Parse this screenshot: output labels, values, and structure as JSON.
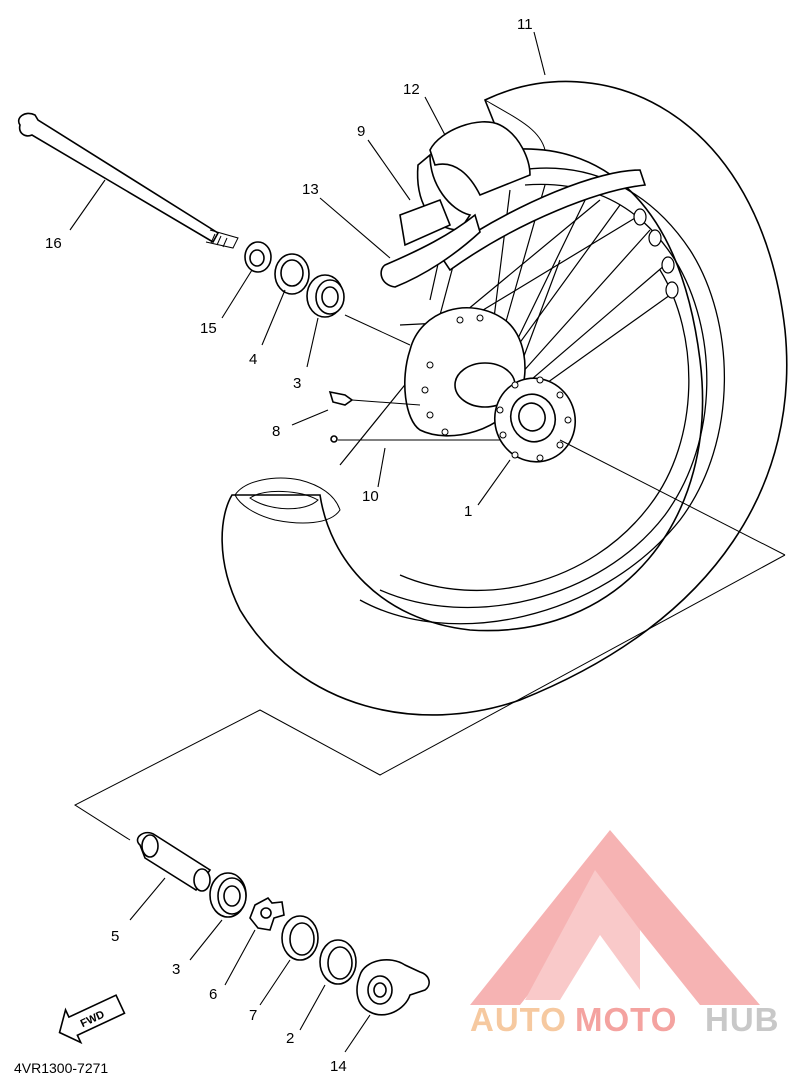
{
  "diagram": {
    "callouts": [
      {
        "id": "1",
        "text": "1"
      },
      {
        "id": "2",
        "text": "2"
      },
      {
        "id": "3a",
        "text": "3"
      },
      {
        "id": "3b",
        "text": "3"
      },
      {
        "id": "4",
        "text": "4"
      },
      {
        "id": "5",
        "text": "5"
      },
      {
        "id": "6",
        "text": "6"
      },
      {
        "id": "7",
        "text": "7"
      },
      {
        "id": "8",
        "text": "8"
      },
      {
        "id": "9",
        "text": "9"
      },
      {
        "id": "10",
        "text": "10"
      },
      {
        "id": "11",
        "text": "11"
      },
      {
        "id": "12",
        "text": "12"
      },
      {
        "id": "13",
        "text": "13"
      },
      {
        "id": "14",
        "text": "14"
      },
      {
        "id": "15",
        "text": "15"
      },
      {
        "id": "16",
        "text": "16"
      }
    ],
    "fwd_label": "FWD",
    "drawing_code": "4VR1300-7271"
  },
  "watermark": {
    "part1": "AUTO",
    "part2": "MOTO",
    "part3": "HUB",
    "color_auto": "#f6c9a0",
    "color_moto": "#f4a3a0",
    "color_hub": "#c8c8c8",
    "logo_color": "#f39a9a"
  }
}
